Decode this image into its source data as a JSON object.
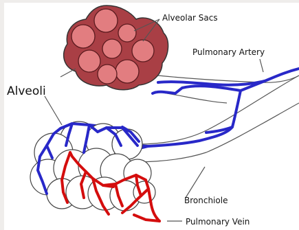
{
  "diagram": {
    "labels": {
      "alveolar_sacs": "Alveolar Sacs",
      "pulmonary_artery": "Pulmonary Artery",
      "alveoli": "Alveoli",
      "bronchiole": "Bronchiole",
      "pulmonary_vein": "Pulmonary Vein"
    },
    "colors": {
      "background": "#efedeb",
      "panel": "#ffffff",
      "sac_outer": "#a93f45",
      "sac_inner": "#e27d80",
      "artery": "#2828c8",
      "vein": "#d40d0d",
      "outline": "#333333"
    }
  }
}
